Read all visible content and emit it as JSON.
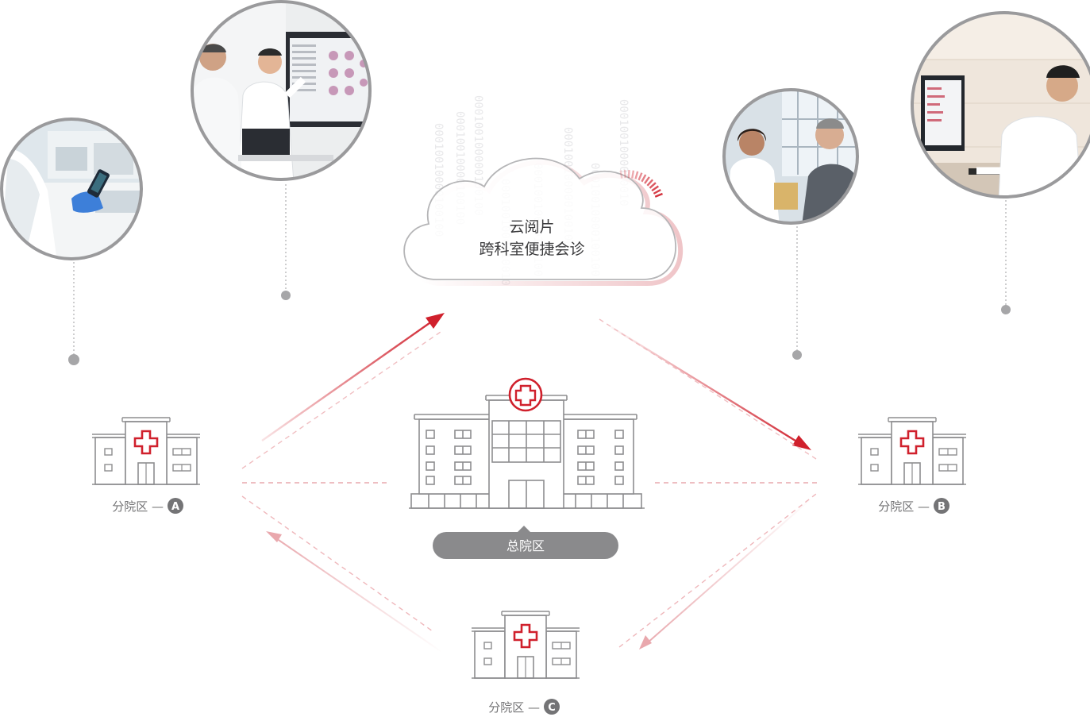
{
  "cloud": {
    "line1": "云阅片",
    "line2": "跨科室便捷会诊"
  },
  "binary_columns": [
    "00010010000100100",
    "000100100000100100",
    "0001001000010010",
    "00010010000100100",
    "000100100000100100",
    "00010010000100100",
    "0001001000010010",
    "00010010000100100"
  ],
  "main_hospital": {
    "label": "总院区"
  },
  "branches": [
    {
      "text": "分院区 —",
      "letter": "A"
    },
    {
      "text": "分院区 —",
      "letter": "B"
    },
    {
      "text": "分院区 —",
      "letter": "C"
    }
  ],
  "photos": [
    {
      "icon": "lab-technician-phone-photo"
    },
    {
      "icon": "doctor-presentation-photo"
    },
    {
      "icon": "doctor-consultation-photo"
    },
    {
      "icon": "doctor-computer-photo"
    }
  ],
  "colors": {
    "accent_red": "#d0202c",
    "line_gray": "#8d8d8f",
    "label_pill": "#8a8a8c",
    "cloud_stroke": "#b5b5b7"
  }
}
